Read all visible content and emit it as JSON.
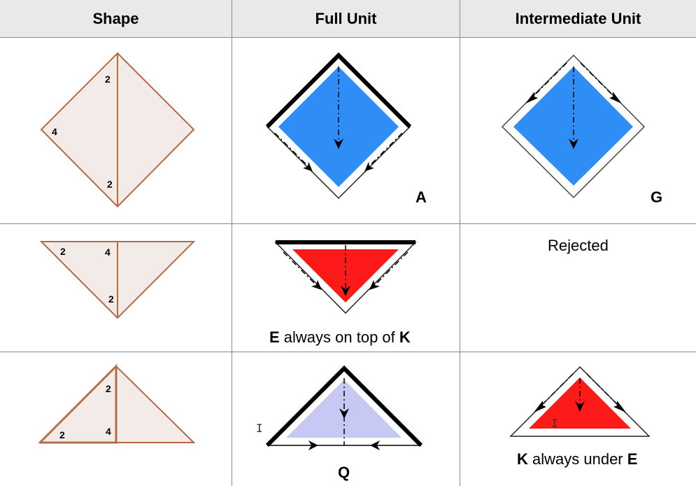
{
  "headers": {
    "shape": "Shape",
    "full_unit": "Full Unit",
    "intermediate_unit": "Intermediate Unit"
  },
  "rows": [
    {
      "shape_labels": [
        "2",
        "4",
        "2"
      ],
      "full_label": "A",
      "intermediate_label": "G"
    },
    {
      "shape_labels": [
        "2",
        "4",
        "2"
      ],
      "full_label": "",
      "full_note": {
        "a": "E",
        "mid": " always on top of ",
        "b": "K"
      },
      "intermediate_text": "Rejected"
    },
    {
      "shape_labels": [
        "2",
        "2",
        "4"
      ],
      "full_label": "Q",
      "intermediate_note": {
        "a": "K",
        "mid": " always under ",
        "b": "E"
      }
    }
  ],
  "colors": {
    "shape_fill": "#f3ebe7",
    "shape_stroke": "#b36a45",
    "blue": "#2f8ef5",
    "red": "#ff1a1a",
    "lavender": "#c8c8f5",
    "header_bg": "#e9e9e9",
    "grid": "#8a8a8a"
  }
}
